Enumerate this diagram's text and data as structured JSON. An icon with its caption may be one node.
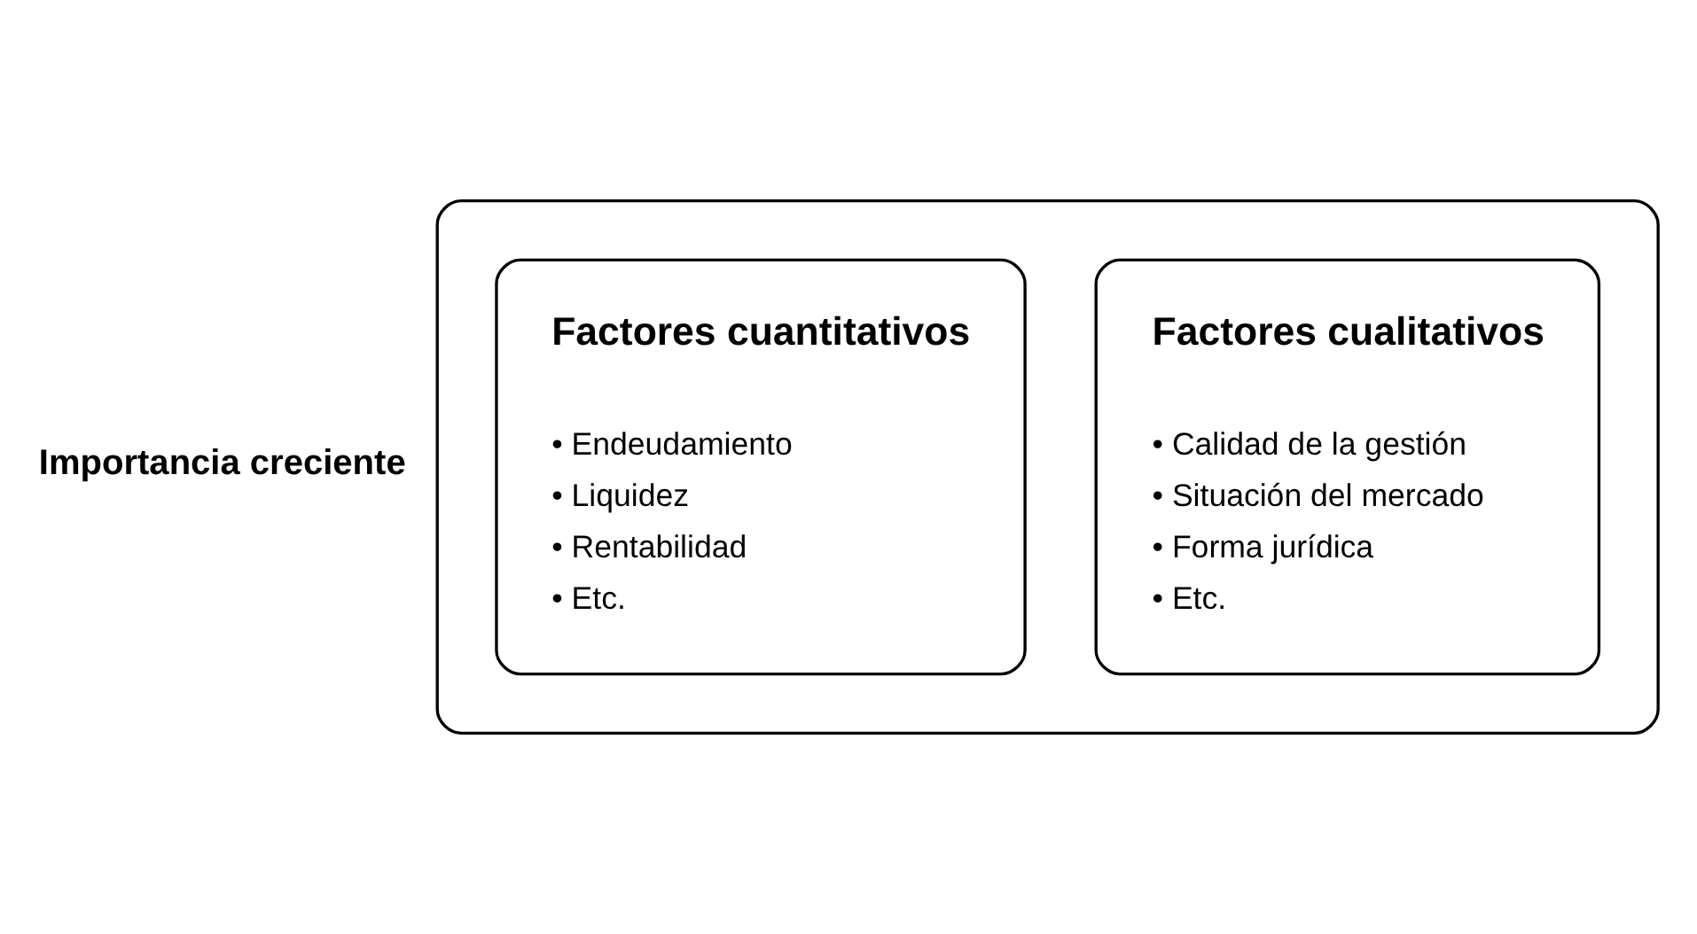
{
  "diagram": {
    "nodes": [
      {
        "text": [],
        "shape": "box"
      },
      {
        "text": [
          "Factores cuantitativos",
          "• Endeudamiento",
          "• Liquidez",
          "• Rentabilidad",
          "• Etc."
        ],
        "in": 0
      },
      {
        "text": [
          "Factores cualitativos",
          "• Calidad de la gestión",
          "• Situación del mercado",
          "• Forma jurídica",
          "• Etc."
        ],
        "in": 0
      }
    ],
    "edges": [],
    "labels": [
      "Importancia creciente"
    ]
  }
}
